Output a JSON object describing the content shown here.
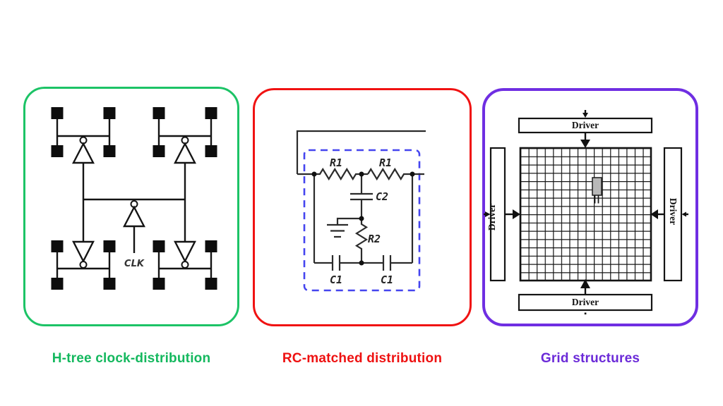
{
  "panels": [
    {
      "id": "h_tree",
      "caption": "H-tree clock-distribution",
      "border_color": "#1cc366",
      "caption_color": "#14b85e",
      "diagram": {
        "type": "H-tree clock network with buffers and leaf loads",
        "clk_label": "CLK",
        "leaf_count": 16,
        "buffer_count": 5
      }
    },
    {
      "id": "rc_matched",
      "caption": "RC-matched distribution",
      "border_color": "#f01212",
      "caption_color": "#ee1111",
      "diagram": {
        "type": "RC-matched tree segment (pi-model)",
        "dashed_box_color": "#4545ef",
        "labels": {
          "r1_left": "R1",
          "r1_right": "R1",
          "c2": "C2",
          "r2": "R2",
          "c1_left": "C1",
          "c1_right": "C1"
        }
      }
    },
    {
      "id": "grid",
      "caption": "Grid structures",
      "border_color": "#6f2ee2",
      "caption_color": "#6b2ad8",
      "diagram": {
        "type": "clock grid driven from four edges",
        "rows": 16,
        "cols": 16,
        "drivers": {
          "top": "Driver",
          "bottom": "Driver",
          "left": "Driver",
          "right": "Driver"
        }
      }
    }
  ]
}
